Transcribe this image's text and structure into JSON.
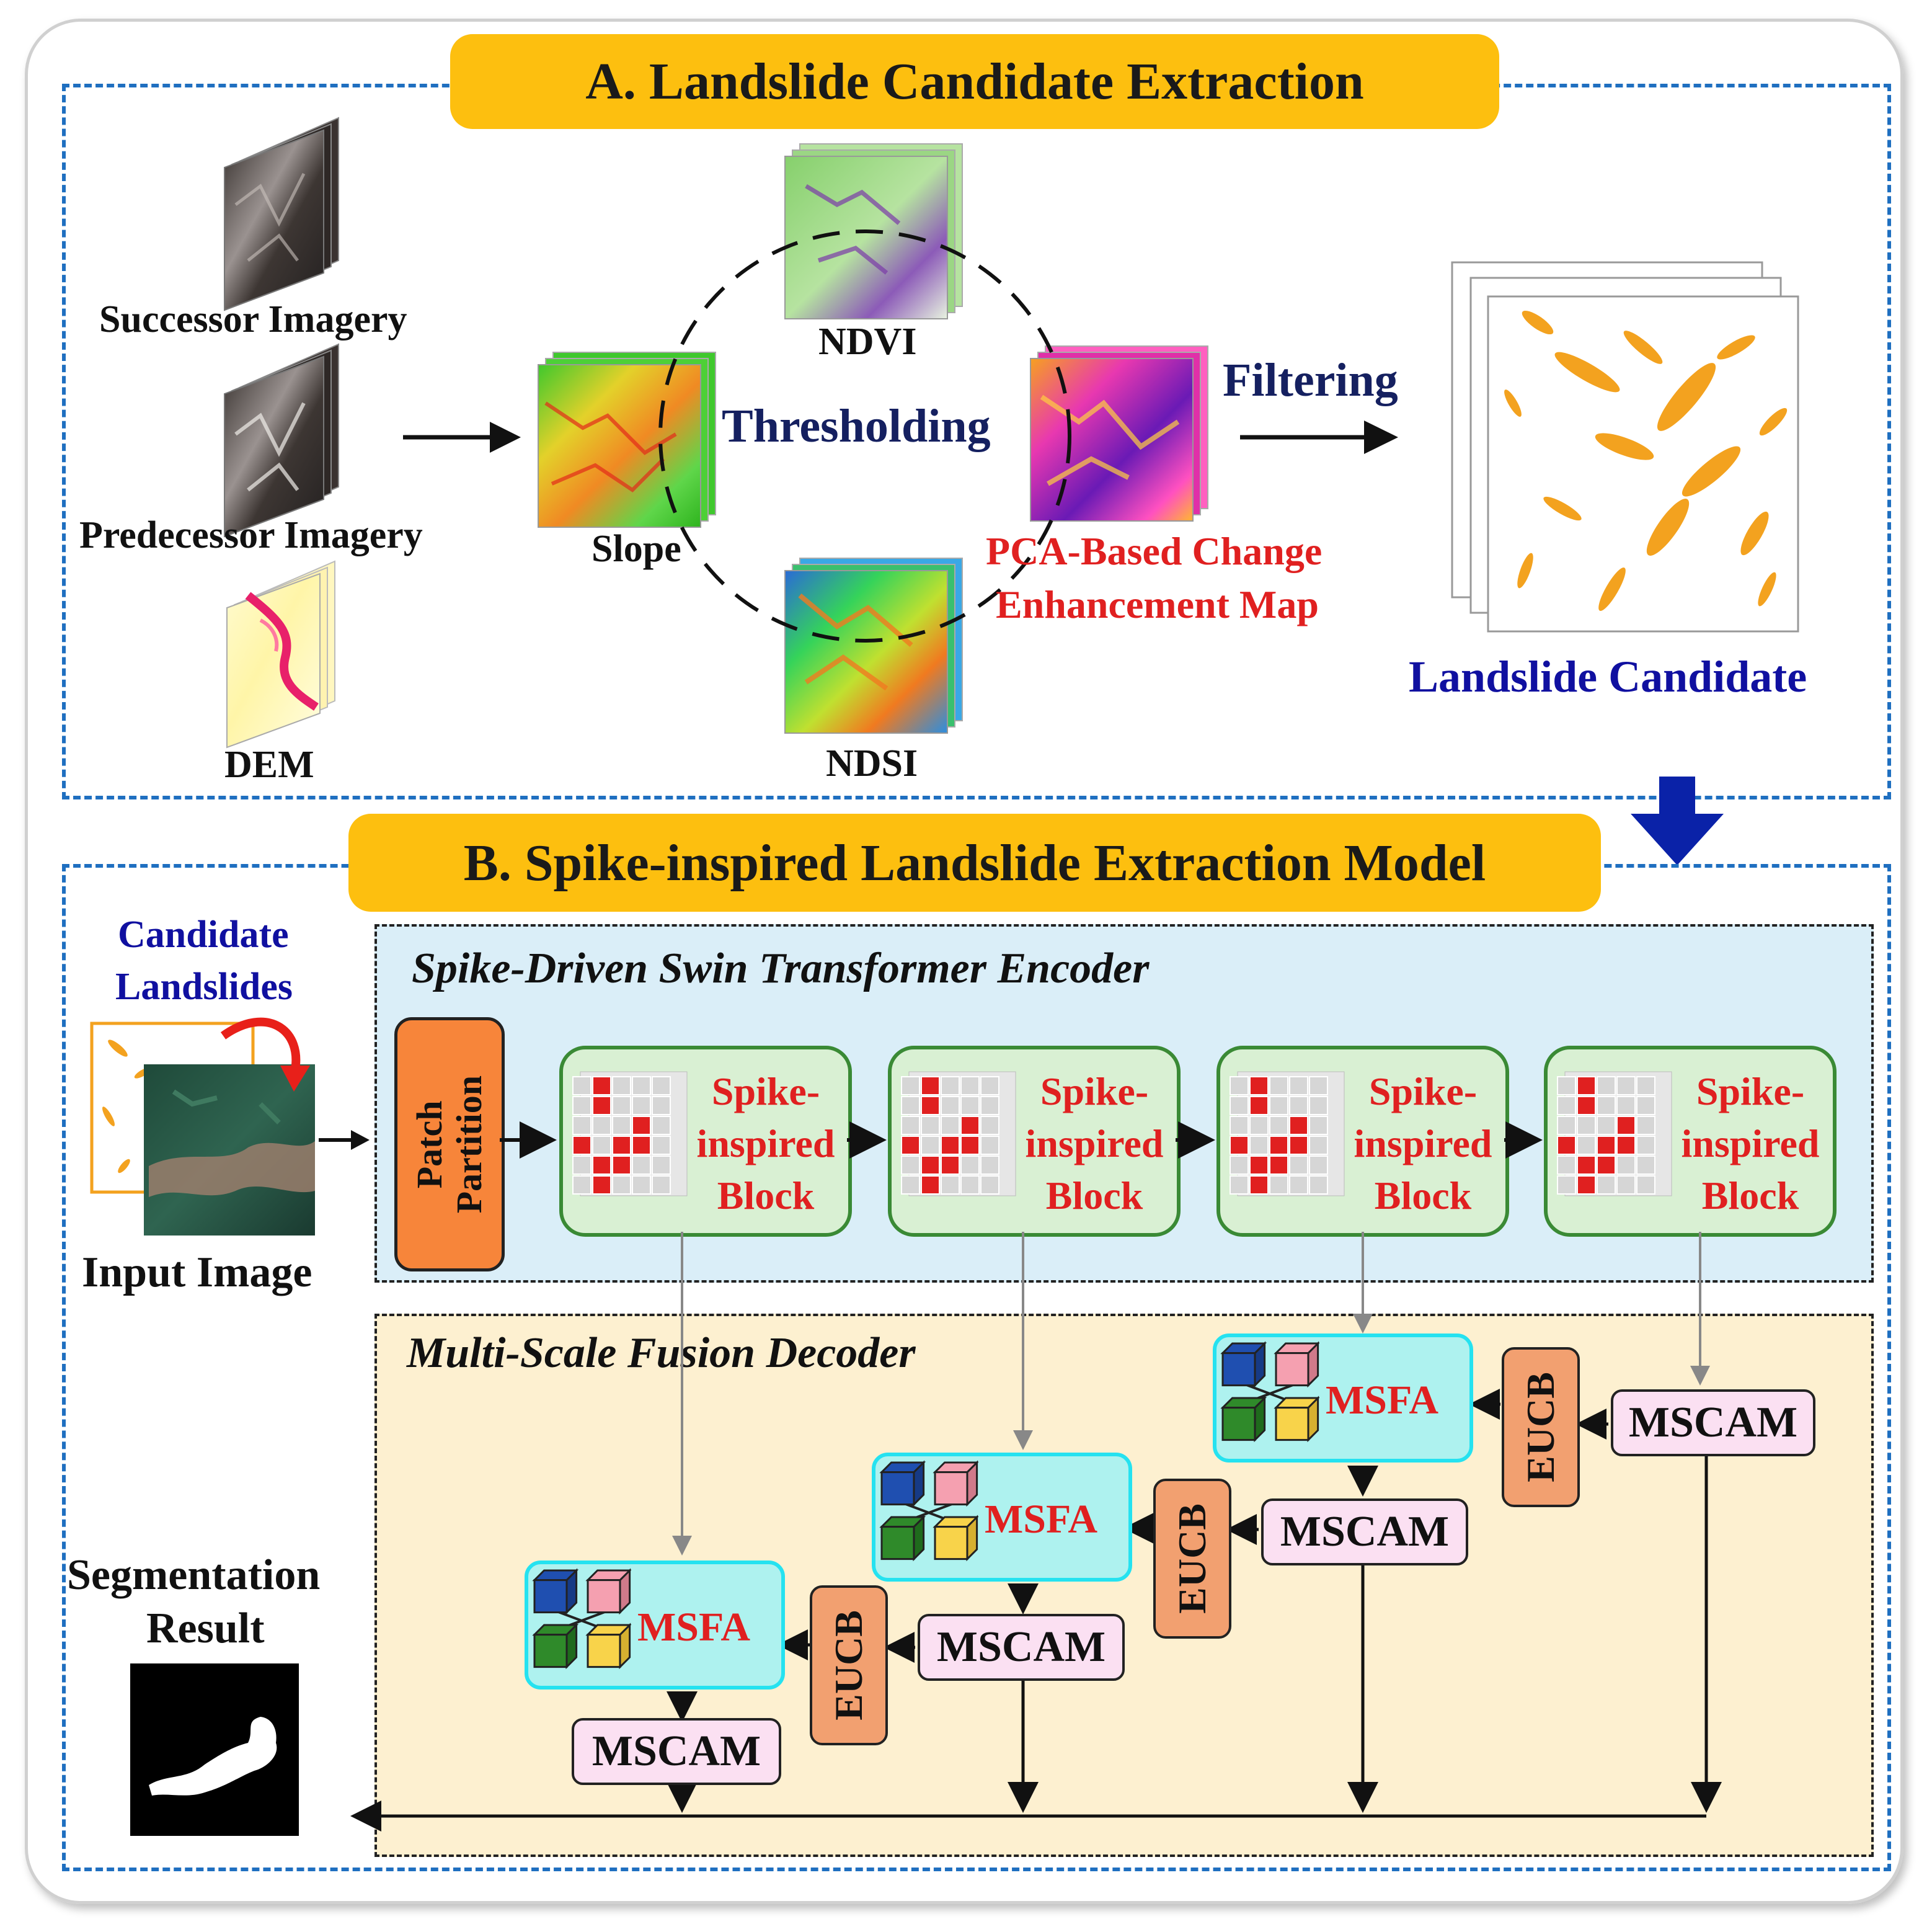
{
  "section_a": {
    "title": "A. Landslide Candidate Extraction",
    "successor": "Successor Imagery",
    "predecessor": "Predecessor Imagery",
    "dem": "DEM",
    "slope": "Slope",
    "ndvi": "NDVI",
    "ndsi": "NDSI",
    "thresholding": "Thresholding",
    "pca_line1": "PCA-Based Change",
    "pca_line2": "Enhancement Map",
    "filtering": "Filtering",
    "candidate": "Landslide Candidate"
  },
  "section_b": {
    "title": "B. Spike-inspired Landslide Extraction Model",
    "candidate_line1": "Candidate",
    "candidate_line2": "Landslides",
    "input_image": "Input Image",
    "segmentation_line1": "Segmentation",
    "segmentation_line2": "Result",
    "encoder_title": "Spike-Driven Swin Transformer Encoder",
    "decoder_title": "Multi-Scale Fusion Decoder",
    "patch_line1": "Patch",
    "patch_line2": "Partition",
    "block_line1": "Spike-",
    "block_line2": "inspired",
    "block_line3": "Block",
    "msfa": "MSFA",
    "mscam": "MSCAM",
    "eucb": "EUCB"
  },
  "colors": {
    "banner": "#fdbf0f",
    "section_border": "#1f6fc0",
    "encoder_bg": "#daeef8",
    "decoder_bg": "#fdf0d0",
    "accent_red": "#e02020",
    "accent_blue": "#1010a0",
    "dark_navy": "#152060",
    "candidate_orange": "#f3a21f"
  }
}
